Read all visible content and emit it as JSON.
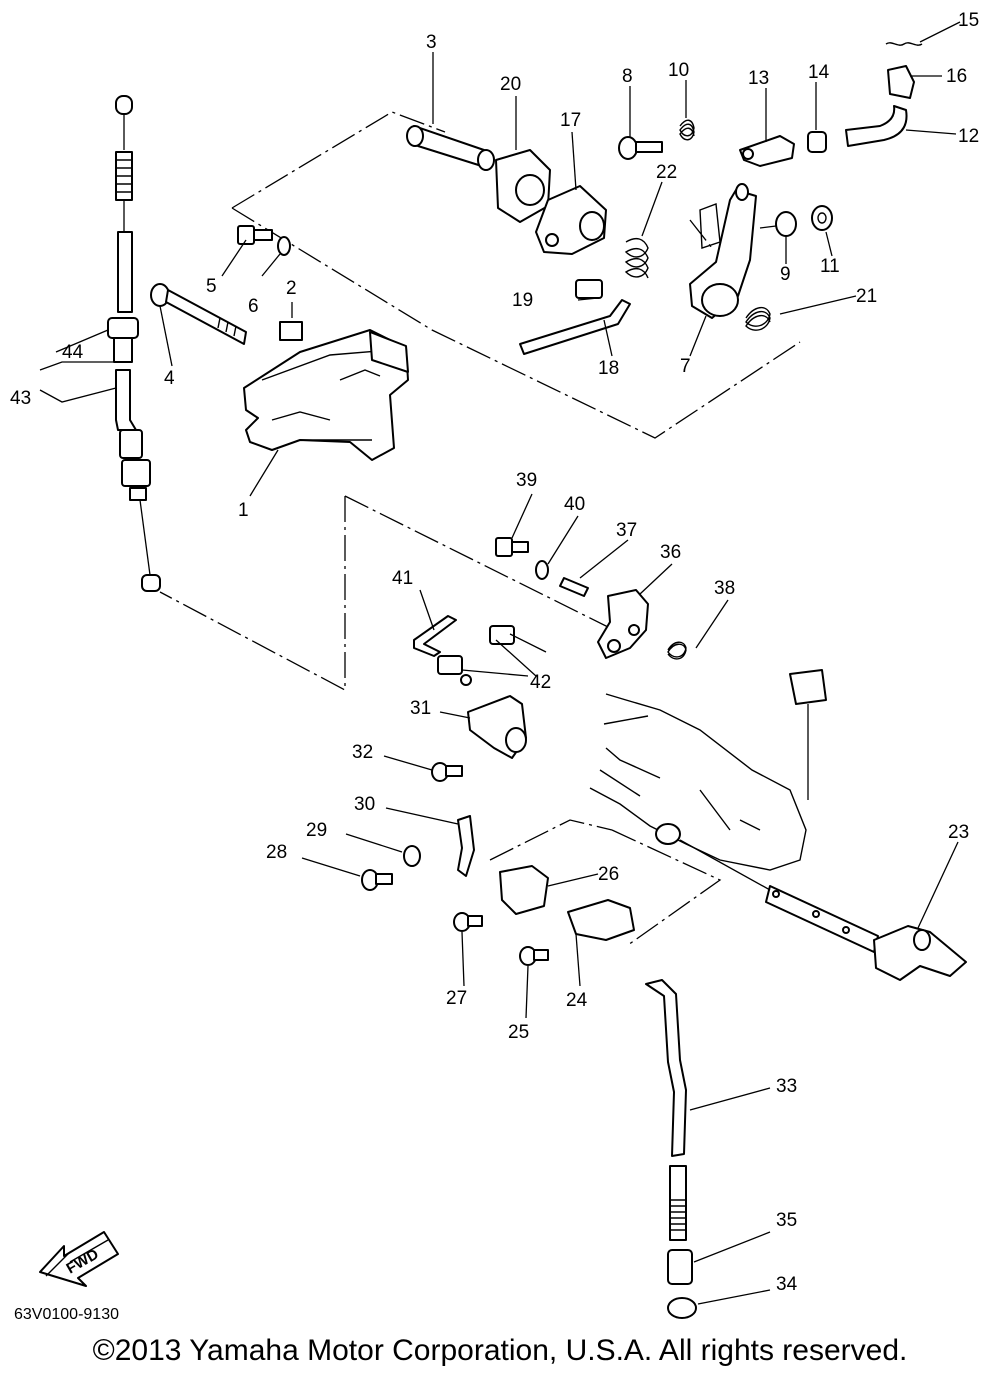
{
  "callouts": [
    "1",
    "2",
    "3",
    "4",
    "5",
    "6",
    "7",
    "8",
    "9",
    "10",
    "11",
    "12",
    "13",
    "14",
    "15",
    "16",
    "17",
    "18",
    "19",
    "20",
    "21",
    "22",
    "23",
    "24",
    "25",
    "26",
    "27",
    "28",
    "29",
    "30",
    "31",
    "32",
    "33",
    "34",
    "35",
    "36",
    "37",
    "38",
    "39",
    "40",
    "41",
    "42",
    "43",
    "44"
  ],
  "fwd_label": "FWD",
  "catalog_code": "63V0100-9130",
  "copyright": "©2013 Yamaha Motor Corporation, U.S.A. All rights reserved."
}
